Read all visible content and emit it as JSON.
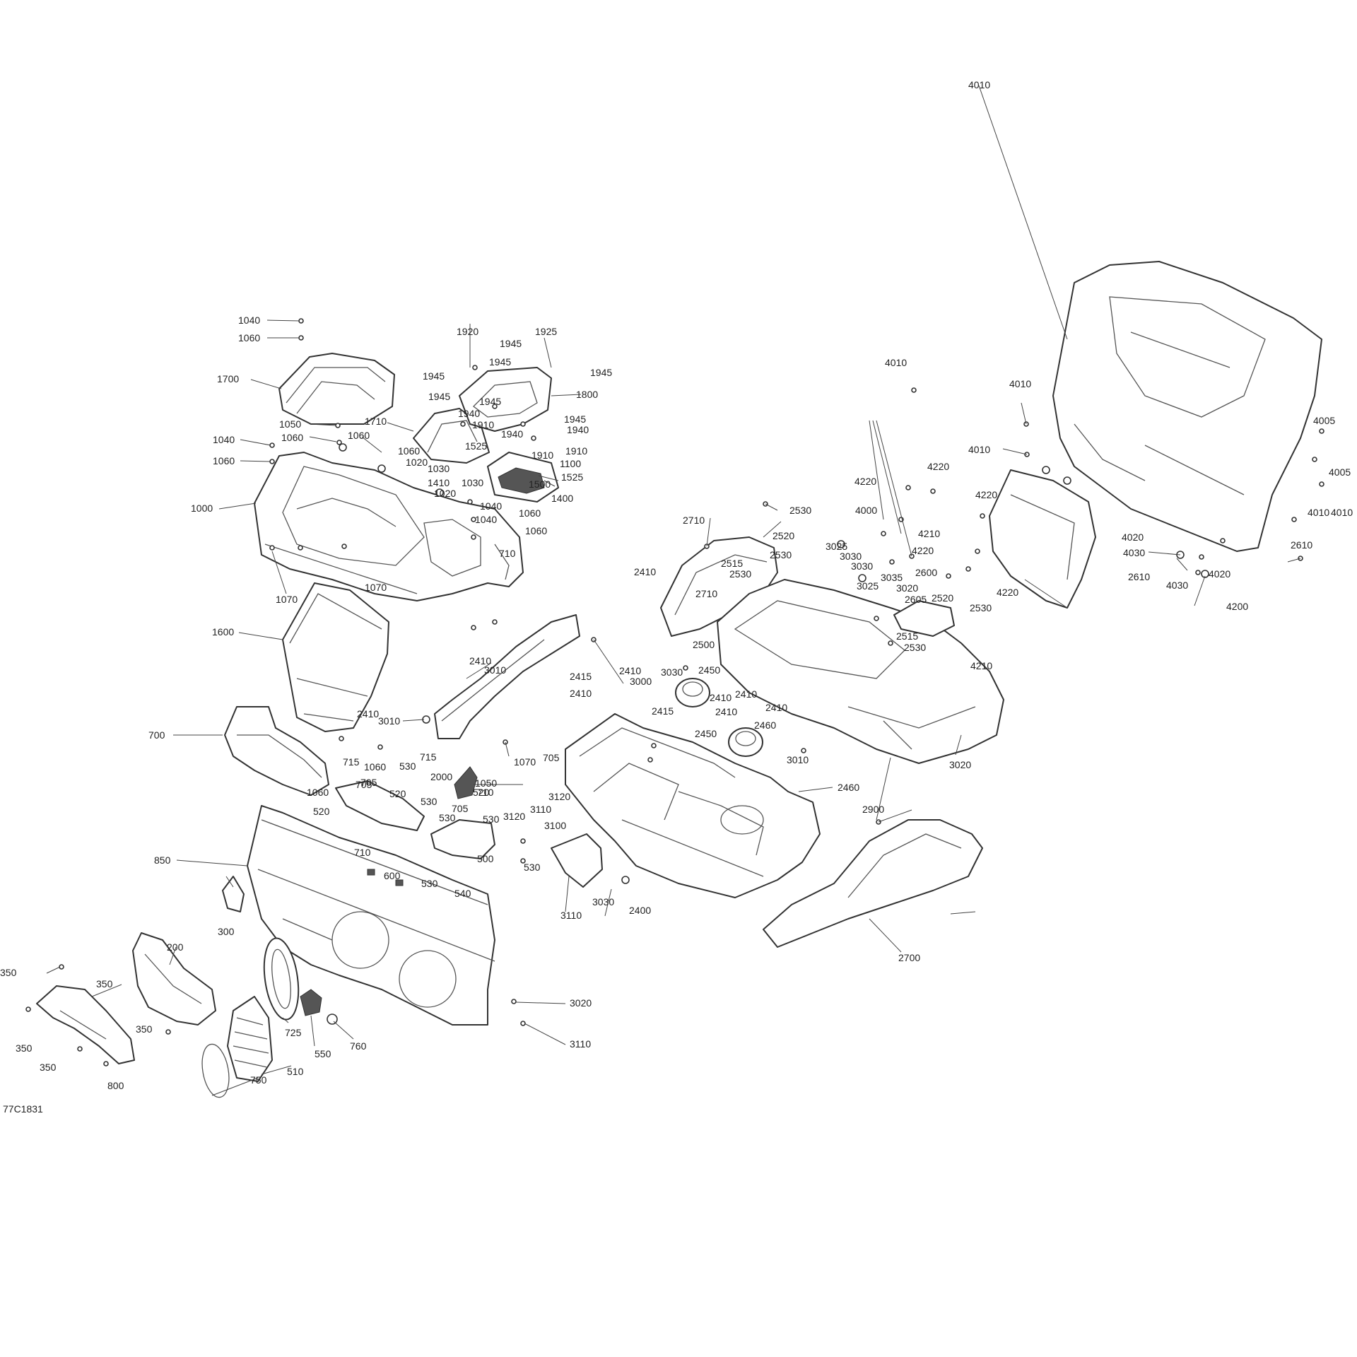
{
  "diagram_id": "77C1831",
  "callouts": [
    "1040",
    "1060",
    "1700",
    "1050",
    "1060",
    "1040",
    "1060",
    "1000",
    "1070",
    "1600",
    "700",
    "1920",
    "1945",
    "1925",
    "1945",
    "1945",
    "1945",
    "1800",
    "1945",
    "1945",
    "1940",
    "1910",
    "1945",
    "1940",
    "1910",
    "1940",
    "1910",
    "1100",
    "1525",
    "1525",
    "1500",
    "1400",
    "1710",
    "1060",
    "1060",
    "1020",
    "1030",
    "1410",
    "1020",
    "1030",
    "1040",
    "1040",
    "1060",
    "1060",
    "710",
    "1070",
    "3010",
    "3000",
    "2410",
    "2415",
    "2410",
    "2410",
    "3030",
    "3010",
    "1070",
    "2410",
    "705",
    "715",
    "1060",
    "705",
    "705",
    "520",
    "530",
    "715",
    "2000",
    "1050",
    "1060",
    "530",
    "520",
    "705",
    "530",
    "520",
    "530",
    "710",
    "710",
    "600",
    "530",
    "540",
    "530",
    "500",
    "850",
    "300",
    "200",
    "350",
    "350",
    "350",
    "350",
    "350",
    "800",
    "725",
    "550",
    "760",
    "750",
    "510",
    "3020",
    "3110",
    "3120",
    "3120",
    "3110",
    "3100",
    "3110",
    "3030",
    "2400",
    "2460",
    "2450",
    "2410",
    "2410",
    "2415",
    "2450",
    "2460",
    "2410",
    "2410",
    "3010",
    "2900",
    "2700",
    "2710",
    "2530",
    "2520",
    "2530",
    "2515",
    "2530",
    "2710",
    "2410",
    "2500",
    "3020",
    "3025",
    "3030",
    "3030",
    "3035",
    "3025",
    "3020",
    "2605",
    "2600",
    "2520",
    "2515",
    "2530",
    "2530",
    "4210",
    "4220",
    "4220",
    "4220",
    "4210",
    "4220",
    "4220",
    "4000",
    "4010",
    "4010",
    "4010",
    "4010",
    "4005",
    "4005",
    "4010",
    "4010",
    "2610",
    "4020",
    "4030",
    "2610",
    "4020",
    "4030",
    "4200"
  ]
}
